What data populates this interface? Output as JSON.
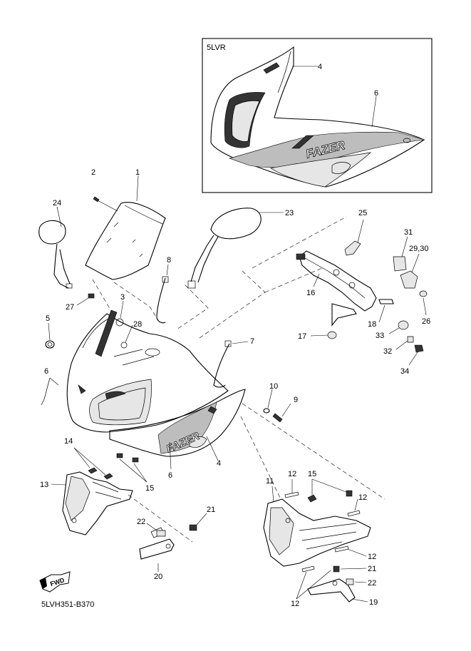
{
  "inset_label": "5LVR",
  "code": "5LVH351-B370",
  "fwd_label": "FWD",
  "decal_text": "FAZER",
  "callouts": {
    "n1": "1",
    "n2": "2",
    "n3": "3",
    "n4a": "4",
    "n4b": "4",
    "n5": "5",
    "n6a": "6",
    "n6b": "6",
    "n6c": "6",
    "n7": "7",
    "n8": "8",
    "n9": "9",
    "n10": "10",
    "n11": "11",
    "n12a": "12",
    "n12b": "12",
    "n12c": "12",
    "n12d": "12",
    "n13": "13",
    "n14": "14",
    "n15a": "15",
    "n15b": "15",
    "n16": "16",
    "n17": "17",
    "n18": "18",
    "n19": "19",
    "n20": "20",
    "n21a": "21",
    "n21b": "21",
    "n22a": "22",
    "n22b": "22",
    "n23": "23",
    "n24": "24",
    "n25": "25",
    "n26": "26",
    "n27": "27",
    "n28": "28",
    "n2930": "29,30",
    "n31": "31",
    "n32": "32",
    "n33": "33",
    "n34": "34"
  }
}
